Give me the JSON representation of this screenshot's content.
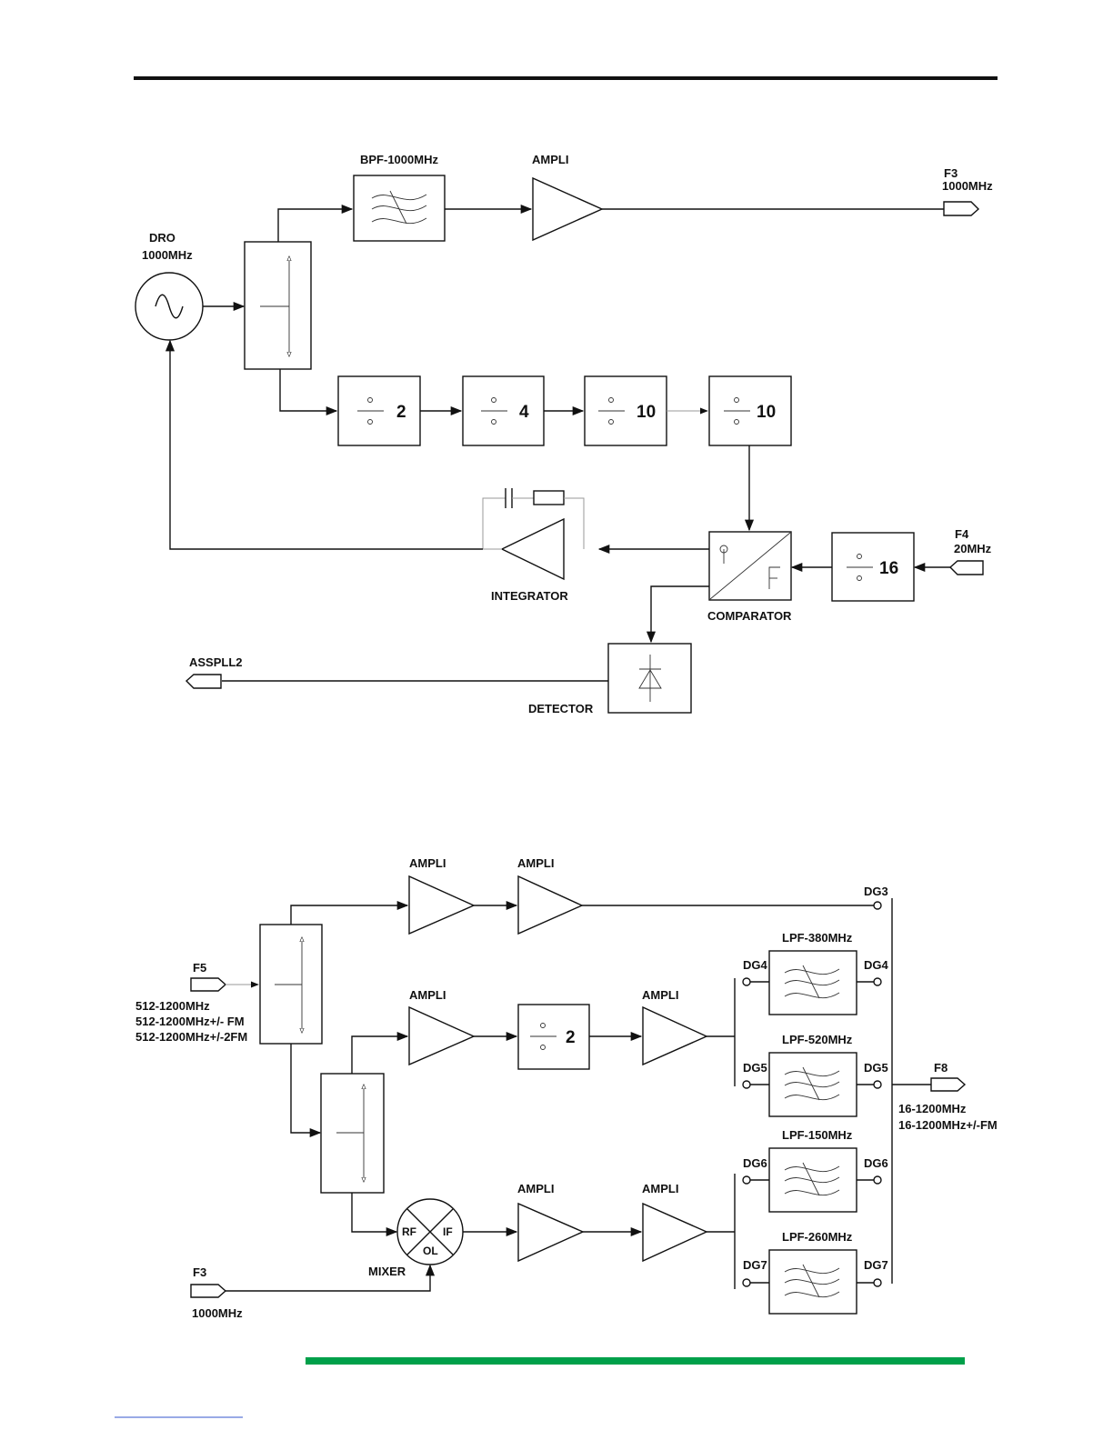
{
  "top_diagram": {
    "dro": {
      "line1": "DRO",
      "line2": "1000MHz"
    },
    "bpf": "BPF-1000MHz",
    "ampli": "AMPLI",
    "f3_out": {
      "name": "F3",
      "freq": "1000MHz"
    },
    "dividers": [
      "2",
      "4",
      "10",
      "10"
    ],
    "integrator": "INTEGRATOR",
    "comparator": "COMPARATOR",
    "div16": "16",
    "f4_in": {
      "name": "F4",
      "freq": "20MHz"
    },
    "asspll2": "ASSPLL2",
    "detector": "DETECTOR"
  },
  "bottom_diagram": {
    "ampli": "AMPLI",
    "f5_in": {
      "name": "F5",
      "lines": [
        "512-1200MHz",
        "512-1200MHz+/-  FM",
        "512-1200MHz+/-2FM"
      ]
    },
    "div2": "2",
    "dg3": "DG3",
    "filters": [
      {
        "title": "LPF-380MHz",
        "tag": "DG4"
      },
      {
        "title": "LPF-520MHz",
        "tag": "DG5"
      },
      {
        "title": "LPF-150MHz",
        "tag": "DG6"
      },
      {
        "title": "LPF-260MHz",
        "tag": "DG7"
      }
    ],
    "f8_out": {
      "name": "F8",
      "lines": [
        "16-1200MHz",
        "16-1200MHz+/-FM"
      ]
    },
    "mixer": {
      "label": "MIXER",
      "rf": "RF",
      "if": "IF",
      "ol": "OL"
    },
    "f3_in": {
      "name": "F3",
      "freq": "1000MHz"
    }
  },
  "colors": {
    "footer_bar": "#00a04a",
    "header_rule": "#111111"
  }
}
